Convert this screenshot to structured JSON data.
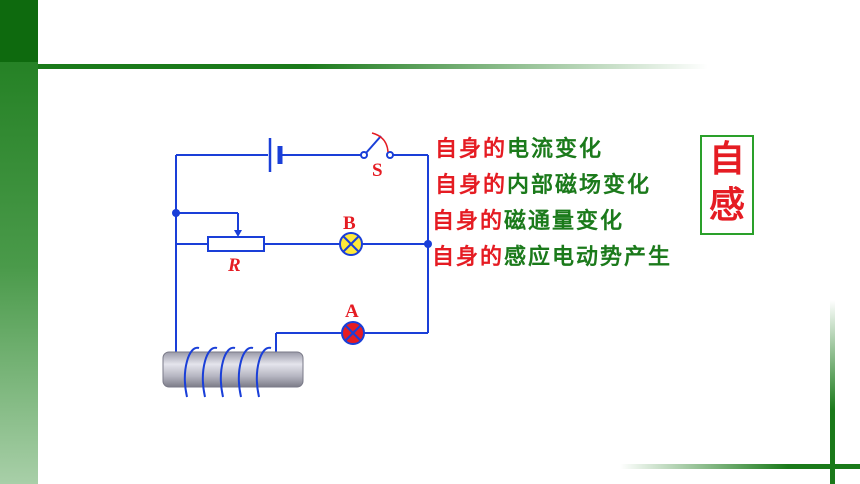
{
  "labels": {
    "switch": "S",
    "lamp_b": "B",
    "lamp_a": "A",
    "resistor": "R"
  },
  "lines": [
    {
      "prefix": "自身的",
      "rest": "电流变化"
    },
    {
      "prefix": "自身的",
      "rest": "内部磁场变化"
    },
    {
      "prefix": "自身的",
      "rest": "磁通量变化"
    },
    {
      "prefix": "自身的",
      "rest": "感应电动势产生"
    }
  ],
  "box": {
    "char1": "自",
    "char2": "感"
  },
  "colors": {
    "wire": "#1a3fd8",
    "accent_green": "#1a7a1a",
    "red_text": "#e51c23",
    "green_text": "#1b7a1b"
  }
}
